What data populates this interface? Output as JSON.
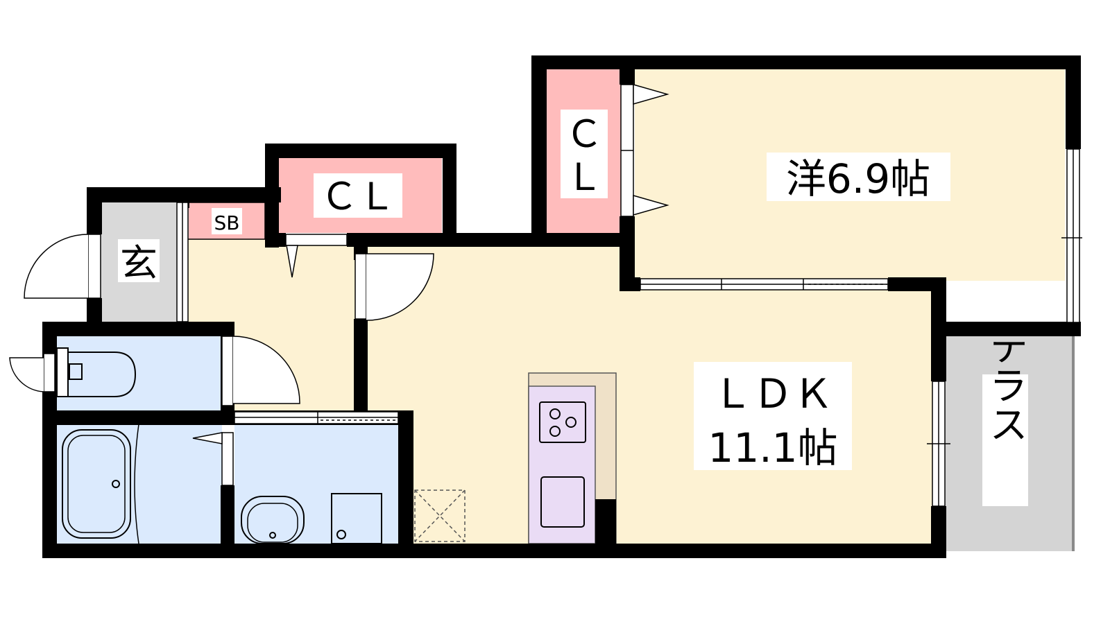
{
  "floorplan": {
    "rooms": {
      "western_room": {
        "label": "洋6.9帖"
      },
      "closet_main": {
        "label": "ＣＬ"
      },
      "closet_bedroom_line1": {
        "label": "Ｃ"
      },
      "closet_bedroom_line2": {
        "label": "Ｌ"
      },
      "shoe_box": {
        "label": "SB"
      },
      "entrance": {
        "label": "玄"
      },
      "ldk_line1": {
        "label": "ＬＤＫ"
      },
      "ldk_line2": {
        "label": "11.1帖"
      },
      "terrace": {
        "label": "テラス"
      }
    },
    "colors": {
      "living_floor": "#fdf2d3",
      "closet": "#ffbcbc",
      "wet_area": "#dbeafd",
      "entrance_floor": "#d9d9d9",
      "terrace_floor": "#d4d4d4",
      "kitchen": "#eadcf5",
      "kitchen_counter": "#efe1c8",
      "wall": "#000000"
    }
  }
}
